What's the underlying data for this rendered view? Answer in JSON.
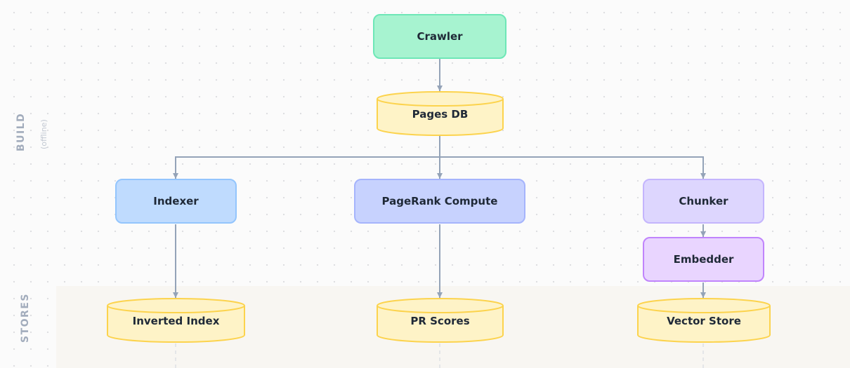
{
  "lanes": {
    "build": {
      "label": "BUILD",
      "sublabel": "(offline)"
    },
    "stores": {
      "label": "STORES"
    }
  },
  "nodes": {
    "crawler": {
      "label": "Crawler",
      "fill": "#a7f3d0",
      "stroke": "#6ee7b7"
    },
    "pages_db": {
      "label": "Pages DB"
    },
    "indexer": {
      "label": "Indexer",
      "fill": "#bfdbfe",
      "stroke": "#93c5fd"
    },
    "pagerank": {
      "label": "PageRank Compute",
      "fill": "#c7d2fe",
      "stroke": "#a5b4fc"
    },
    "chunker": {
      "label": "Chunker",
      "fill": "#ddd6fe",
      "stroke": "#c4b5fd"
    },
    "embedder": {
      "label": "Embedder",
      "fill": "#e9d5ff",
      "stroke": "#c084fc"
    },
    "inverted_index": {
      "label": "Inverted Index"
    },
    "pr_scores": {
      "label": "PR Scores"
    },
    "vector_store": {
      "label": "Vector Store"
    }
  },
  "colors": {
    "datastore_fill": "#fef3c7",
    "datastore_stroke": "#fcd34d",
    "edge": "#94a3b8"
  },
  "edges": [
    {
      "from": "crawler",
      "to": "pages_db"
    },
    {
      "from": "pages_db",
      "to": "indexer"
    },
    {
      "from": "pages_db",
      "to": "pagerank"
    },
    {
      "from": "pages_db",
      "to": "chunker"
    },
    {
      "from": "indexer",
      "to": "inverted_index"
    },
    {
      "from": "pagerank",
      "to": "pr_scores"
    },
    {
      "from": "chunker",
      "to": "embedder"
    },
    {
      "from": "embedder",
      "to": "vector_store"
    }
  ]
}
